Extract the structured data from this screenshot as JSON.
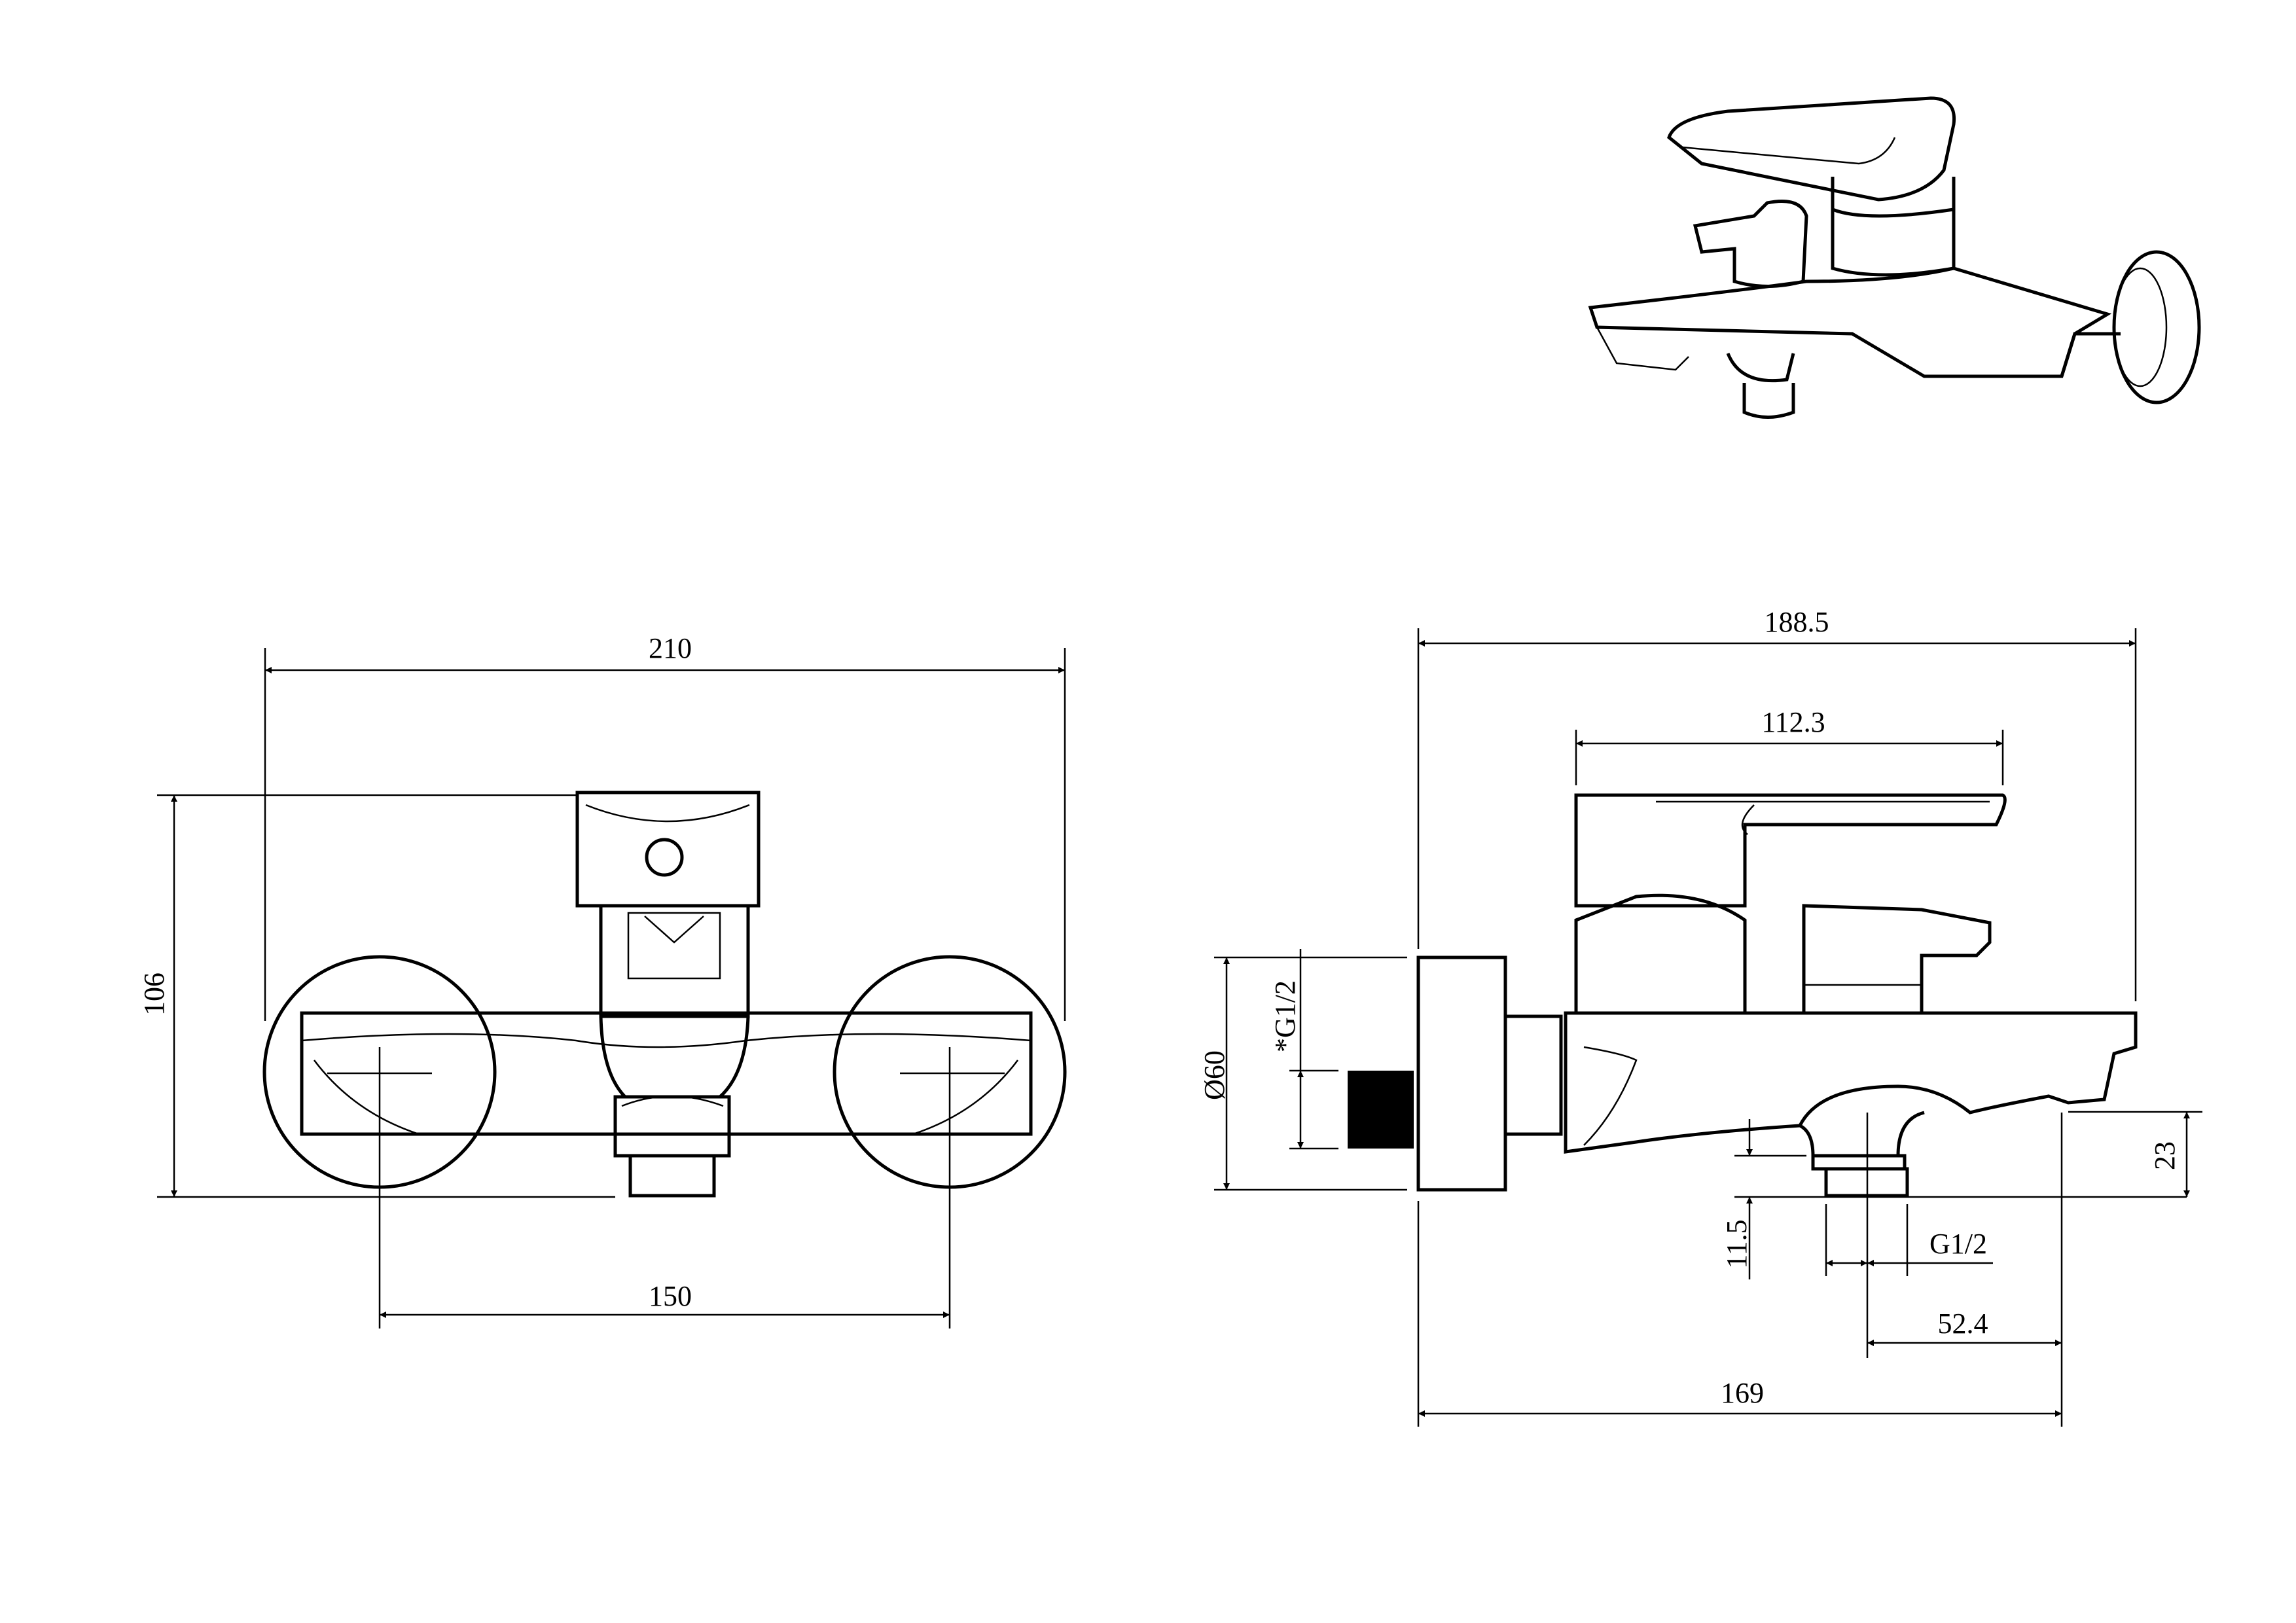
{
  "front_view": {
    "width_label": "210",
    "height_label": "106",
    "centers_label": "150"
  },
  "side_view": {
    "depth_label": "188.5",
    "lever_label": "112.3",
    "flange_diameter_label": "Ø60",
    "inlet_thread_label": "*G1/2",
    "outlet_height_label": "11.5",
    "outlet_thread_label": "G1/2",
    "outlet_offset_label": "52.4",
    "outlet_reach_label": "169",
    "spout_height_label": "23"
  },
  "colors": {
    "line": "#000000",
    "background": "#ffffff"
  }
}
